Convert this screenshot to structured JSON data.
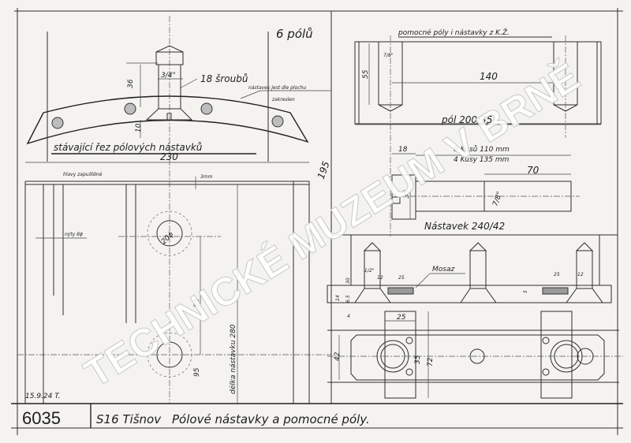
{
  "sheet": {
    "title_top": "6 pólů",
    "date": "15.9.24 T.",
    "drawing_number": "6035",
    "station": "S16 Tišnov",
    "drawing_title": "Pólové nástavky a pomocné póly."
  },
  "section_view": {
    "caption": "stávající řez pólových nástavků",
    "bolts_note": "18 šroubů",
    "bolt_size": "3/4\"",
    "dim_height": "36",
    "dim_base": "10",
    "note_line1": "nástavek jest dle plochu",
    "note_line2": "zakreslen",
    "dim_width": "230"
  },
  "plan_view": {
    "heads_note": "hlavy zapuštěné",
    "gap": "3mm",
    "rivets_note": "nýty 8ϕ",
    "hole_dia": "20ϕ",
    "dim_95_top": "95",
    "dim_95_bottom": "95",
    "length_note": "délka nástavku 280",
    "dim_195": "195"
  },
  "aux_poles": {
    "header": "pomocné póly i nástavky z K.Ž.",
    "bolt_size": "7/8\"",
    "dim_55": "55",
    "dim_140": "140",
    "pole_label": "pól 200/35",
    "dim_18": "18",
    "qty_line1": "8 Kusů   110 mm",
    "qty_line2": "4 Kusy   135 mm",
    "dim_70": "70",
    "dim_35": "35",
    "bolt_size_2": "7/8\"",
    "extension_label": "Nástavek 240/42"
  },
  "extension_detail": {
    "material": "Mosaz",
    "dim_30": "30",
    "bolt": "1/2\"",
    "dim_12_left": "12",
    "dim_25_left": "25",
    "dim_14": "14",
    "dim_65": "6.5",
    "dim_5": "5",
    "dim_25_right": "25",
    "dim_12_right": "12",
    "dim_4": "4",
    "dim_25_plan": "25",
    "dim_42": "42",
    "dim_35": "35",
    "dim_72": "72"
  },
  "watermark": "TECHNICKÉ MUZEUM V BRNĚ"
}
